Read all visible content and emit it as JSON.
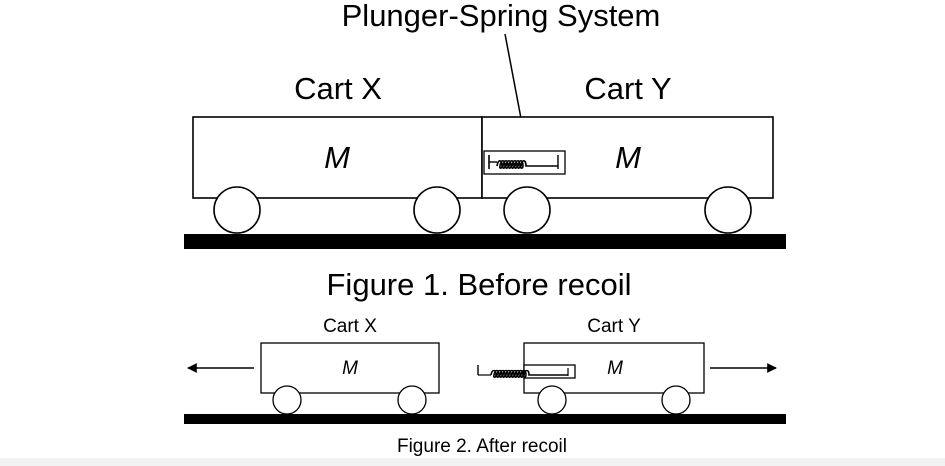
{
  "labels": {
    "plunger_spring_system": "Plunger-Spring System",
    "cart_x": "Cart X",
    "cart_y": "Cart Y",
    "mass": "M",
    "figure1_caption": "Figure 1. Before recoil",
    "figure2_caption": "Figure 2. After recoil"
  }
}
